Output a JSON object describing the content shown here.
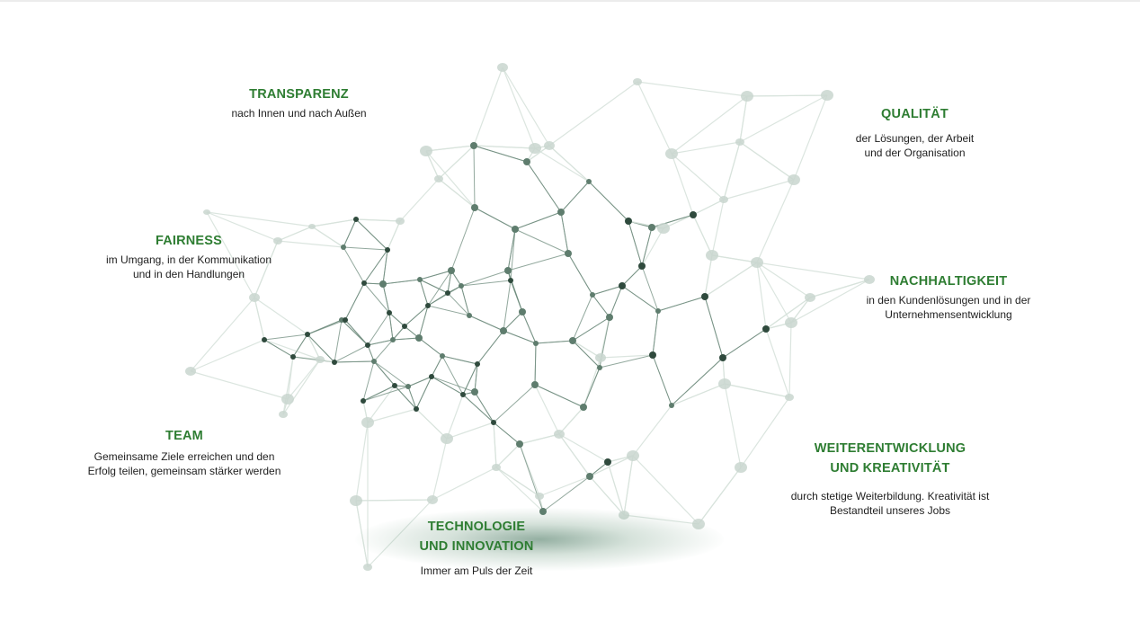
{
  "values": [
    {
      "id": "transparenz",
      "title": "TRANSPARENZ",
      "lines": [
        "nach Innen und nach Außen"
      ]
    },
    {
      "id": "qualitaet",
      "title": "QUALITÄT",
      "lines": [
        "der Lösungen, der Arbeit",
        "und der Organisation"
      ]
    },
    {
      "id": "fairness",
      "title": "FAIRNESS",
      "lines": [
        "im Umgang, in der Kommunikation",
        "und in den Handlungen"
      ]
    },
    {
      "id": "nachhaltigkeit",
      "title": "NACHHALTIGKEIT",
      "lines": [
        "in den Kundenlösungen und in der",
        "Unternehmensentwicklung"
      ]
    },
    {
      "id": "team",
      "title": "TEAM",
      "lines": [
        "Gemeinsame Ziele erreichen und den",
        "Erfolg teilen, gemeinsam stärker werden"
      ]
    },
    {
      "id": "weiterentwicklung",
      "title_lines": [
        "WEITERENTWICKLUNG",
        "UND KREATIVITÄT"
      ],
      "lines": [
        "durch stetige Weiterbildung. Kreativität ist",
        "Bestandteil unseres Jobs"
      ]
    },
    {
      "id": "technologie",
      "title_lines": [
        "TECHNOLOGIE",
        "UND INNOVATION"
      ],
      "lines": [
        "Immer am Puls der Zeit"
      ]
    }
  ],
  "colors": {
    "title": "#2e7d32",
    "text": "#1e1e1e",
    "node_dark": "#2f4a3d",
    "node_mid": "#5f7d6e",
    "node_light": "#c9d6cf",
    "edge_dark": "#6f8c7d",
    "edge_light": "#d7e2dc"
  }
}
